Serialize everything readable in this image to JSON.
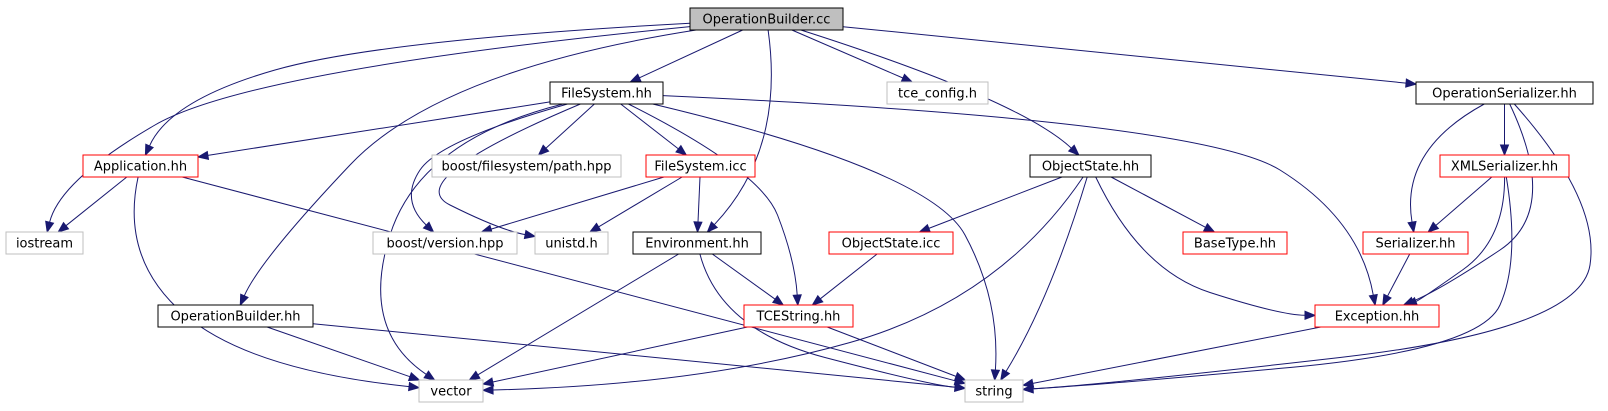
{
  "graph": {
    "type": "include-dependency-graph",
    "colors": {
      "edge": "#191970",
      "root_fill": "#bfbfbf",
      "documented_border": "#000000",
      "undocumented_border": "#ff0000",
      "system_border": "#bfbfbf"
    },
    "nodes": [
      {
        "id": "opbuilder_cc",
        "label": "OperationBuilder.cc",
        "kind": "root"
      },
      {
        "id": "filesystem_hh",
        "label": "FileSystem.hh",
        "kind": "documented"
      },
      {
        "id": "tce_config",
        "label": "tce_config.h",
        "kind": "system"
      },
      {
        "id": "opserializer",
        "label": "OperationSerializer.hh",
        "kind": "documented"
      },
      {
        "id": "application",
        "label": "Application.hh",
        "kind": "undocumented"
      },
      {
        "id": "boost_path",
        "label": "boost/filesystem/path.hpp",
        "kind": "system"
      },
      {
        "id": "filesystem_icc",
        "label": "FileSystem.icc",
        "kind": "undocumented"
      },
      {
        "id": "objectstate_hh",
        "label": "ObjectState.hh",
        "kind": "documented"
      },
      {
        "id": "xmlserializer",
        "label": "XMLSerializer.hh",
        "kind": "undocumented"
      },
      {
        "id": "iostream",
        "label": "iostream",
        "kind": "system"
      },
      {
        "id": "boost_version",
        "label": "boost/version.hpp",
        "kind": "system"
      },
      {
        "id": "unistd",
        "label": "unistd.h",
        "kind": "system"
      },
      {
        "id": "environment",
        "label": "Environment.hh",
        "kind": "documented"
      },
      {
        "id": "objectstate_icc",
        "label": "ObjectState.icc",
        "kind": "undocumented"
      },
      {
        "id": "basetype",
        "label": "BaseType.hh",
        "kind": "undocumented"
      },
      {
        "id": "serializer",
        "label": "Serializer.hh",
        "kind": "undocumented"
      },
      {
        "id": "opbuilder_hh",
        "label": "OperationBuilder.hh",
        "kind": "documented"
      },
      {
        "id": "tcestring",
        "label": "TCEString.hh",
        "kind": "undocumented"
      },
      {
        "id": "exception",
        "label": "Exception.hh",
        "kind": "undocumented"
      },
      {
        "id": "vector",
        "label": "vector",
        "kind": "system"
      },
      {
        "id": "string",
        "label": "string",
        "kind": "system"
      }
    ],
    "edges": [
      [
        "opbuilder_cc",
        "iostream"
      ],
      [
        "opbuilder_cc",
        "application"
      ],
      [
        "opbuilder_cc",
        "opbuilder_hh"
      ],
      [
        "opbuilder_cc",
        "filesystem_hh"
      ],
      [
        "opbuilder_cc",
        "environment"
      ],
      [
        "opbuilder_cc",
        "tce_config"
      ],
      [
        "opbuilder_cc",
        "objectstate_hh"
      ],
      [
        "opbuilder_cc",
        "opserializer"
      ],
      [
        "filesystem_hh",
        "application"
      ],
      [
        "filesystem_hh",
        "boost_path"
      ],
      [
        "filesystem_hh",
        "filesystem_icc"
      ],
      [
        "filesystem_hh",
        "boost_version"
      ],
      [
        "filesystem_hh",
        "unistd"
      ],
      [
        "filesystem_hh",
        "vector"
      ],
      [
        "filesystem_hh",
        "tcestring"
      ],
      [
        "filesystem_hh",
        "string"
      ],
      [
        "filesystem_hh",
        "exception"
      ],
      [
        "application",
        "iostream"
      ],
      [
        "application",
        "vector"
      ],
      [
        "application",
        "string"
      ],
      [
        "filesystem_icc",
        "boost_version"
      ],
      [
        "filesystem_icc",
        "unistd"
      ],
      [
        "filesystem_icc",
        "environment"
      ],
      [
        "environment",
        "tcestring"
      ],
      [
        "environment",
        "vector"
      ],
      [
        "environment",
        "string"
      ],
      [
        "tcestring",
        "vector"
      ],
      [
        "tcestring",
        "string"
      ],
      [
        "opbuilder_hh",
        "vector"
      ],
      [
        "opbuilder_hh",
        "string"
      ],
      [
        "objectstate_hh",
        "objectstate_icc"
      ],
      [
        "objectstate_hh",
        "basetype"
      ],
      [
        "objectstate_hh",
        "vector"
      ],
      [
        "objectstate_hh",
        "string"
      ],
      [
        "objectstate_hh",
        "exception"
      ],
      [
        "objectstate_icc",
        "tcestring"
      ],
      [
        "opserializer",
        "xmlserializer"
      ],
      [
        "opserializer",
        "serializer"
      ],
      [
        "opserializer",
        "exception"
      ],
      [
        "opserializer",
        "string"
      ],
      [
        "xmlserializer",
        "serializer"
      ],
      [
        "xmlserializer",
        "exception"
      ],
      [
        "xmlserializer",
        "string"
      ],
      [
        "serializer",
        "exception"
      ],
      [
        "exception",
        "string"
      ]
    ]
  }
}
